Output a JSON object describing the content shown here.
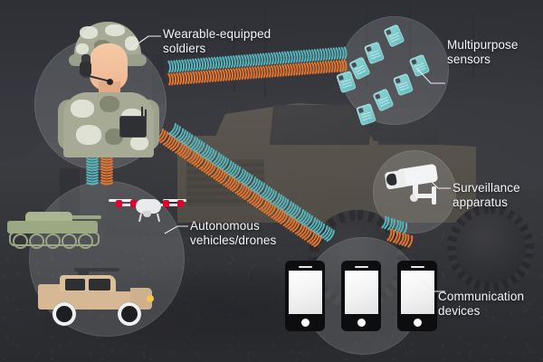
{
  "scene": {
    "title": "Connected battlefield infographic",
    "background_description": "Military tactical vehicle in desert environment with dark overlay"
  },
  "colors": {
    "signal_teal": "#57b6bd",
    "signal_orange": "#e8752b",
    "label_text": "#f2f4f6",
    "circle_fill": "rgba(222,224,228,.17)",
    "sensor_teal": "#79c9cb",
    "camo_light": "#e4e6da",
    "camo_base": "#a7aa95",
    "humvee_tan": "#d6b894",
    "tank_green": "#9aa883"
  },
  "callouts": [
    {
      "id": "soldiers",
      "label": "Wearable-equipped\nsoldiers",
      "icon": "soldier-icon"
    },
    {
      "id": "sensors",
      "label": "Multipurpose\nsensors",
      "icon": "sensor-chip-icon"
    },
    {
      "id": "camera",
      "label": "Surveillance\napparatus",
      "icon": "cctv-camera-icon"
    },
    {
      "id": "phones",
      "label": "Communication\ndevices",
      "icon": "smartphone-icon"
    },
    {
      "id": "vehicles",
      "label": "Autonomous\nvehicles/drones",
      "icon": "drone-icon"
    }
  ],
  "nodes": {
    "soldier": {
      "name": "Wearable-equipped soldier",
      "circle": true
    },
    "sensors": {
      "name": "Multipurpose sensor cluster",
      "count": 8,
      "circle": true
    },
    "camera": {
      "name": "Surveillance camera",
      "circle": true
    },
    "phones": {
      "name": "Communication devices",
      "count": 3,
      "circle": true
    },
    "vehicles": {
      "name": "Autonomous vehicles and drones",
      "items": [
        "tank",
        "drone",
        "humvee"
      ],
      "circle": true
    }
  },
  "signals": [
    {
      "id": "soldier-to-sensors",
      "from": "soldier",
      "to": "sensors",
      "bands": [
        "teal",
        "orange"
      ]
    },
    {
      "id": "soldier-to-ground",
      "from": "soldier",
      "to": "ground",
      "bands": [
        "teal",
        "orange"
      ]
    },
    {
      "id": "soldier-to-phones",
      "from": "soldier",
      "to": "phones",
      "bands": [
        "orange",
        "teal"
      ]
    },
    {
      "id": "camera-link",
      "from": "camera",
      "to": "network",
      "bands": [
        "teal",
        "orange"
      ]
    }
  ]
}
